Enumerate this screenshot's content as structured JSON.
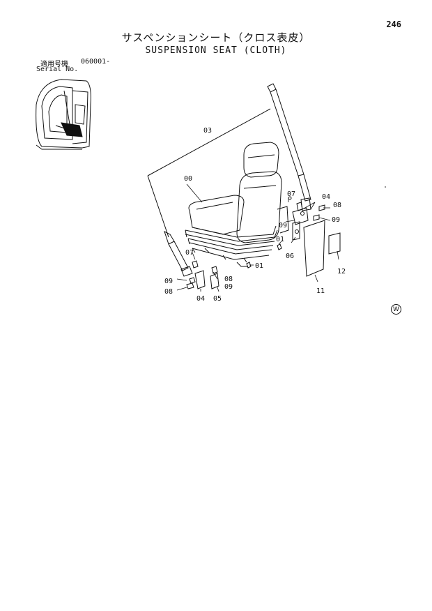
{
  "page": {
    "number": "246",
    "title_jp": "サスペンションシート（クロス表皮）",
    "title_en": "SUSPENSION SEAT (CLOTH)",
    "serial_label_jp": "適用号機",
    "serial_value": "060001-",
    "serial_label_en": "Serial No."
  },
  "callouts": {
    "c03": "03",
    "c00": "00",
    "c07a": "07",
    "c04a": "04",
    "c08a": "08",
    "c09a": "09",
    "c09b": "09",
    "c01a": "01",
    "c01b": "01",
    "c06": "06",
    "c12": "12",
    "c11": "11",
    "c07b": "07",
    "c09c": "09",
    "c08b": "08",
    "c04b": "04",
    "c05": "05",
    "c08c": "08",
    "c09d": "09"
  },
  "brand_mark": "W",
  "colors": {
    "ink": "#111111",
    "paper": "#ffffff"
  }
}
